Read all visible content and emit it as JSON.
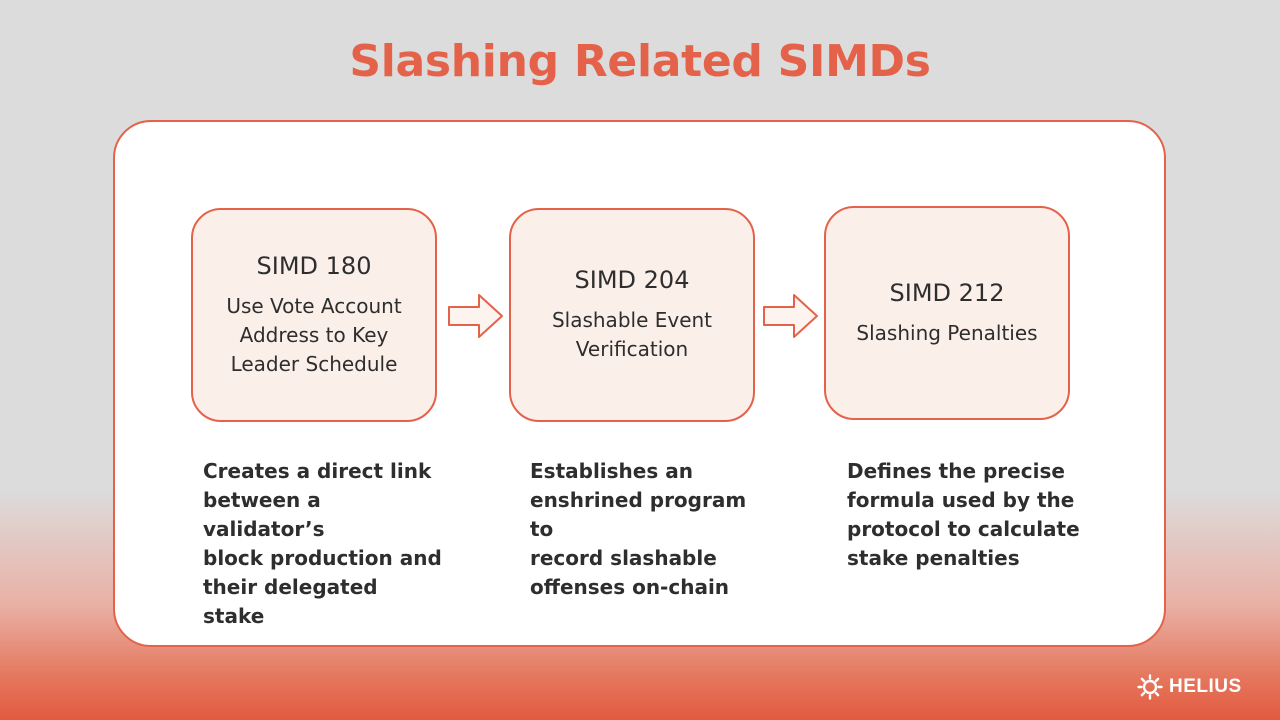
{
  "title": "Slashing Related SIMDs",
  "colors": {
    "accent": "#e4624a",
    "box_fill": "#fbefea",
    "text": "#2e2e2e"
  },
  "steps": [
    {
      "simd": "SIMD 180",
      "description_lines": [
        "Use Vote Account",
        "Address to Key",
        "Leader Schedule"
      ],
      "note_lines": [
        "Creates a direct link",
        "between a validator’s",
        "block production and",
        "their delegated stake"
      ]
    },
    {
      "simd": "SIMD 204",
      "description_lines": [
        "Slashable Event",
        "Verification"
      ],
      "note_lines": [
        "Establishes an",
        "enshrined program to",
        "record slashable",
        "offenses on-chain"
      ]
    },
    {
      "simd": "SIMD 212",
      "description_lines": [
        "Slashing Penalties"
      ],
      "note_lines": [
        "Defines the precise",
        "formula used by the",
        "protocol to calculate",
        "stake penalties"
      ]
    }
  ],
  "logo": {
    "text": "HELIUS",
    "icon": "helius-sun-icon"
  }
}
